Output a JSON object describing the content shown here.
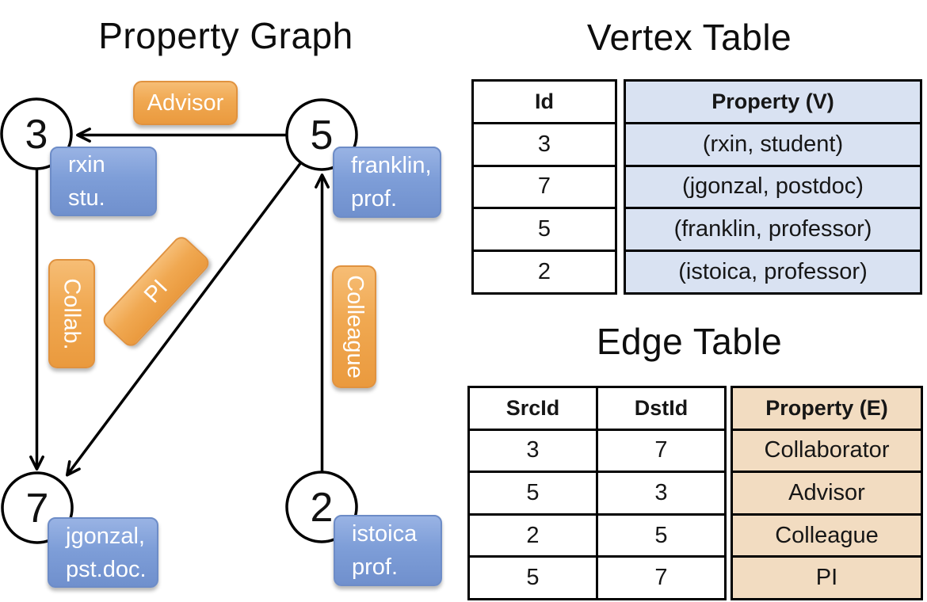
{
  "graph": {
    "title": "Property Graph",
    "vertices": [
      {
        "id": "3",
        "label_lines": [
          "rxin",
          "stu."
        ]
      },
      {
        "id": "5",
        "label_lines": [
          "franklin,",
          "prof."
        ]
      },
      {
        "id": "7",
        "label_lines": [
          "jgonzal,",
          "pst.doc."
        ]
      },
      {
        "id": "2",
        "label_lines": [
          "istoica",
          "prof."
        ]
      }
    ],
    "edges": [
      {
        "label": "Advisor",
        "src": "5",
        "dst": "3"
      },
      {
        "label": "Collab.",
        "src": "3",
        "dst": "7"
      },
      {
        "label": "PI",
        "src": "5",
        "dst": "7"
      },
      {
        "label": "Colleague",
        "src": "2",
        "dst": "5"
      }
    ]
  },
  "vertex_table": {
    "title": "Vertex Table",
    "columns": [
      "Id",
      "Property (V)"
    ],
    "rows": [
      [
        "3",
        "(rxin, student)"
      ],
      [
        "7",
        "(jgonzal, postdoc)"
      ],
      [
        "5",
        "(franklin, professor)"
      ],
      [
        "2",
        "(istoica, professor)"
      ]
    ]
  },
  "edge_table": {
    "title": "Edge Table",
    "columns": [
      "SrcId",
      "DstId",
      "Property (E)"
    ],
    "rows": [
      [
        "3",
        "7",
        "Collaborator"
      ],
      [
        "5",
        "3",
        "Advisor"
      ],
      [
        "2",
        "5",
        "Colleague"
      ],
      [
        "5",
        "7",
        "PI"
      ]
    ]
  },
  "colors": {
    "vertex_property_bg": "#d9e2f2",
    "edge_property_bg": "#f2dcc1",
    "edge_box_orange": "#f0a851",
    "vertex_box_blue": "#7e9ed8",
    "line_black": "#000000"
  }
}
